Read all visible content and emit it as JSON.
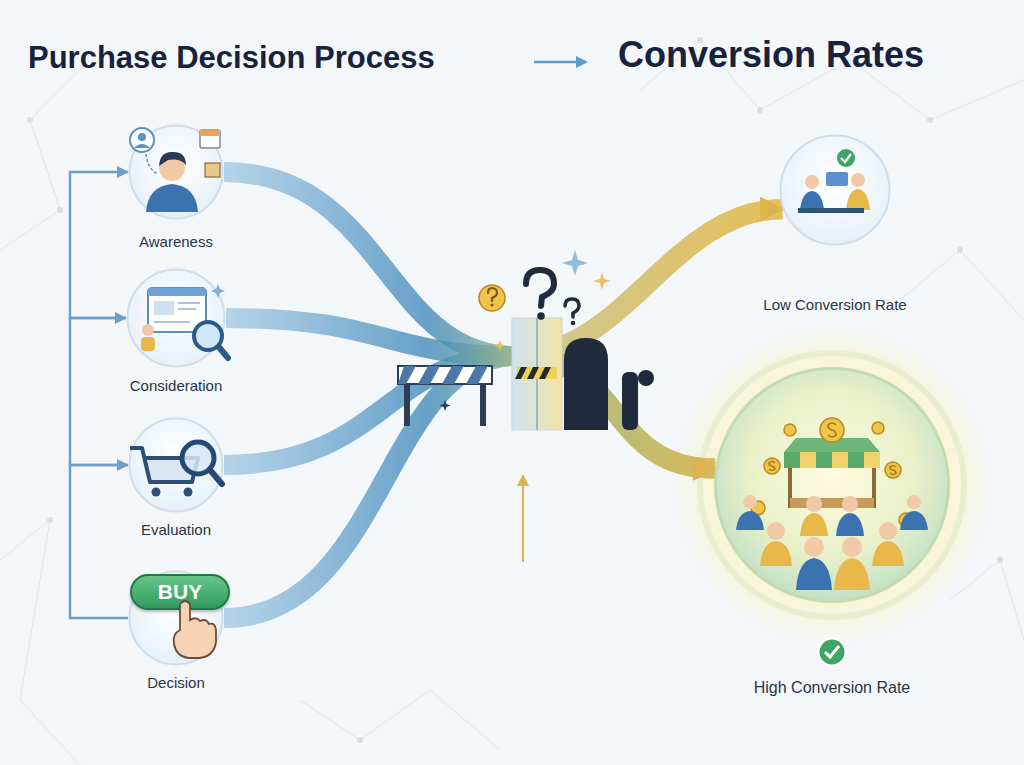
{
  "diagram": {
    "title": "Purchase Decision Process",
    "nodes": [
      {
        "text": [
          "Awareness"
        ]
      },
      {
        "text": [
          "Consideration"
        ]
      },
      {
        "text": [
          "Evaluation"
        ]
      },
      {
        "text": [
          "BUY",
          "Decision"
        ]
      },
      {
        "text": [
          "Low Conversion Rate"
        ]
      },
      {
        "text": [
          "High Conversion Rate"
        ]
      }
    ],
    "edges": [
      {
        "from": 0,
        "to": 4,
        "arrow": "to"
      },
      {
        "from": 0,
        "to": 5,
        "arrow": "to"
      },
      {
        "from": 1,
        "to": 4,
        "arrow": "to"
      },
      {
        "from": 1,
        "to": 5,
        "arrow": "to"
      },
      {
        "from": 2,
        "to": 4,
        "arrow": "to"
      },
      {
        "from": 2,
        "to": 5,
        "arrow": "to"
      },
      {
        "from": 3,
        "to": 4,
        "arrow": "to"
      },
      {
        "from": 3,
        "to": 5,
        "arrow": "to"
      },
      {
        "from": 1,
        "to": 0,
        "arrow": "to"
      },
      {
        "from": 2,
        "to": 1,
        "arrow": "to"
      },
      {
        "from": 3,
        "to": 2,
        "arrow": "to"
      }
    ],
    "labels": [
      "Conversion Rates"
    ]
  }
}
